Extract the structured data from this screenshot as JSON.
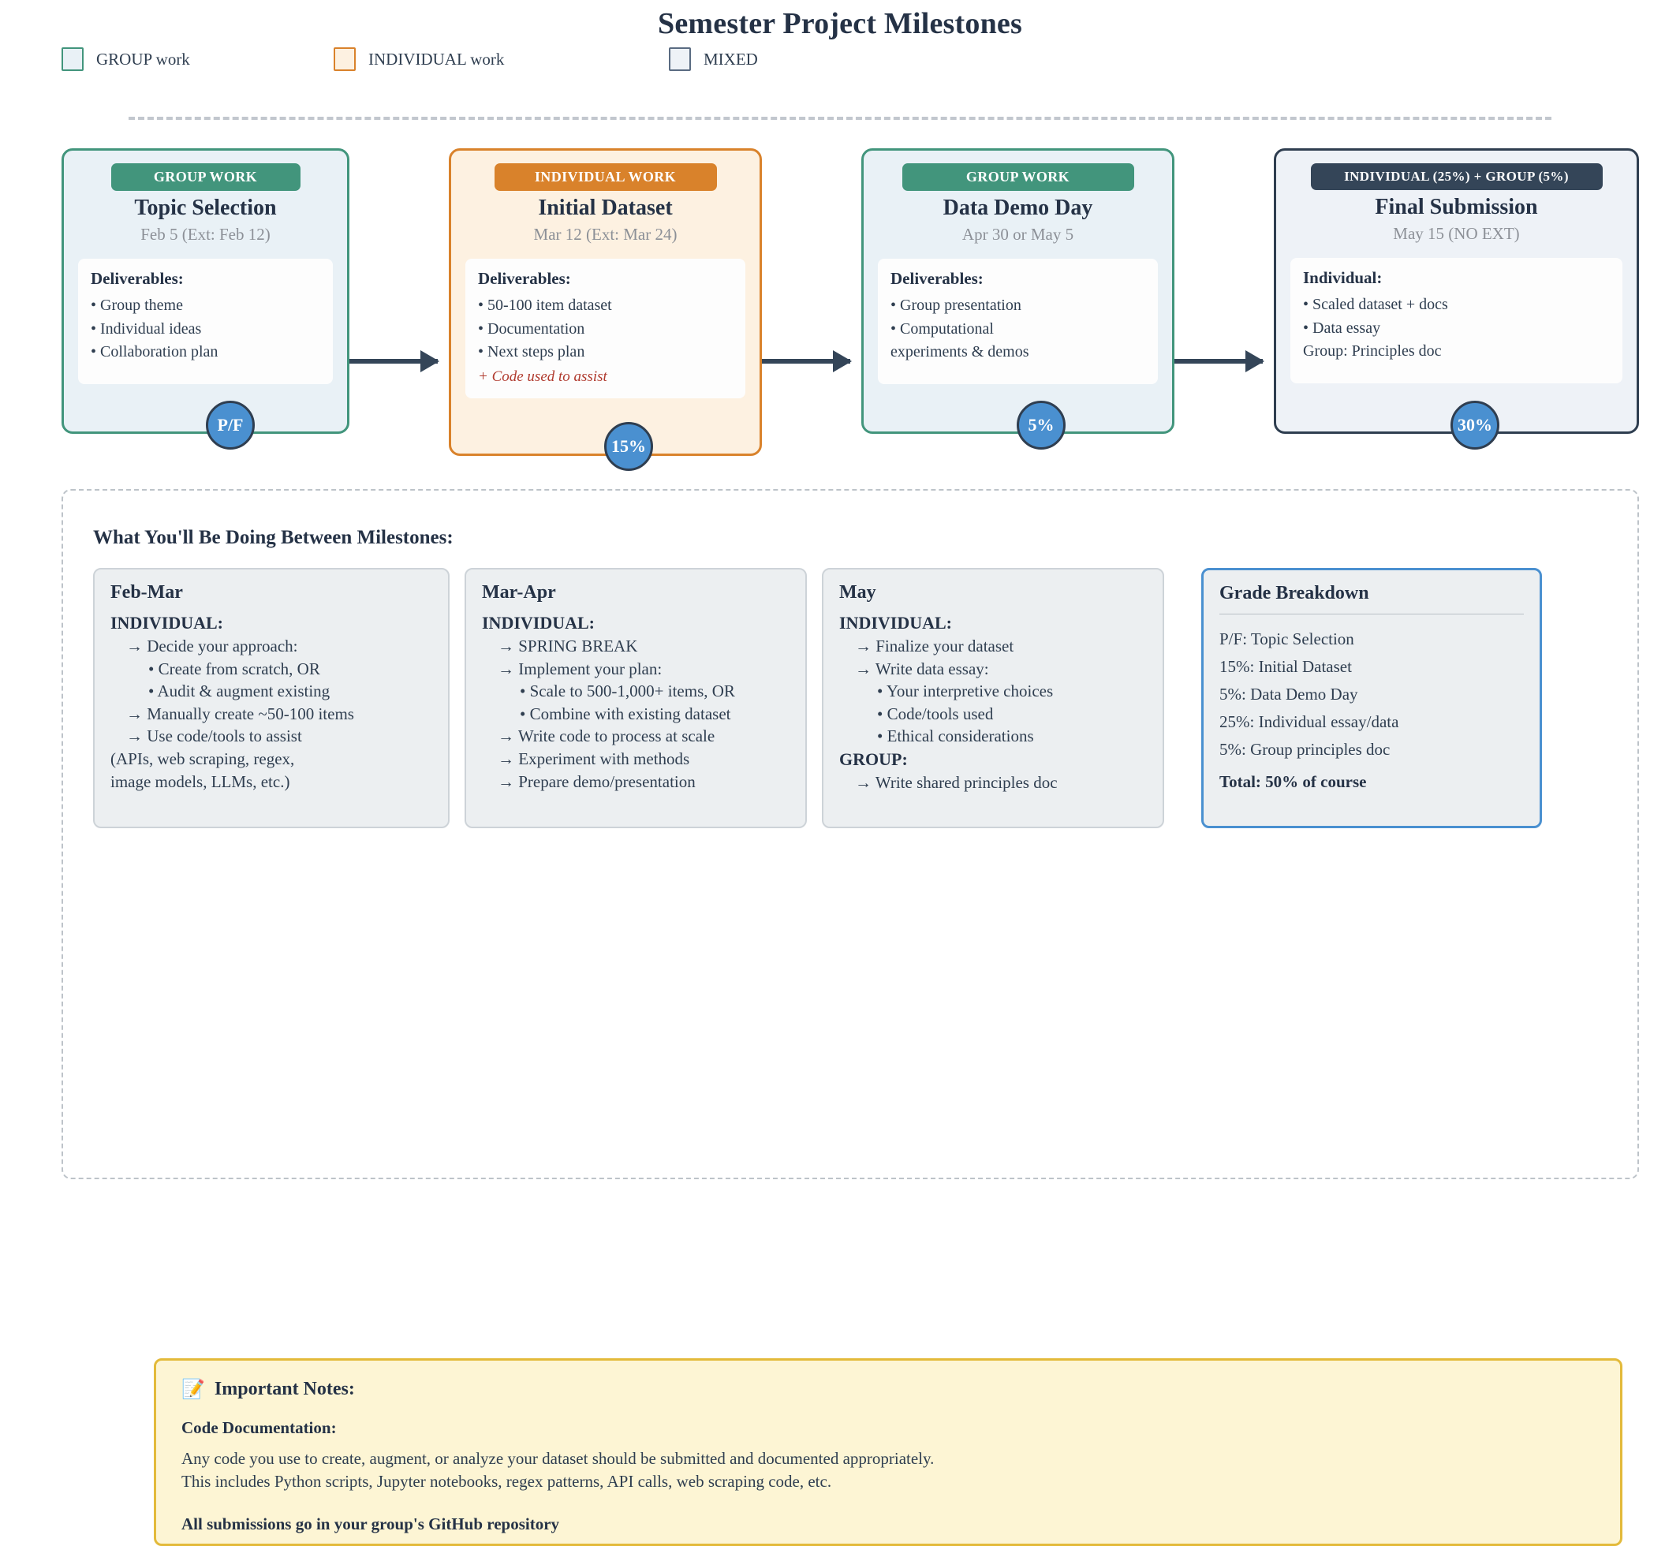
{
  "title": "Semester Project Milestones",
  "legend": {
    "items": [
      {
        "label": "GROUP work",
        "fill": "#e9f1f6",
        "border": "#42957c"
      },
      {
        "label": "INDIVIDUAL work",
        "fill": "#fdf1e1",
        "border": "#d9822b"
      },
      {
        "label": "MIXED",
        "fill": "#eef2f7",
        "border": "#5a6b82"
      }
    ]
  },
  "milestones": [
    {
      "tag": "GROUP WORK",
      "title": "Topic Selection",
      "date": "Feb 5 (Ext: Feb 12)",
      "deliverables_head": "Deliverables:",
      "deliverables": [
        "• Group theme",
        "• Individual ideas",
        "• Collaboration plan"
      ],
      "note": "",
      "weight": "P/F"
    },
    {
      "tag": "INDIVIDUAL WORK",
      "title": "Initial Dataset",
      "date": "Mar 12 (Ext: Mar 24)",
      "deliverables_head": "Deliverables:",
      "deliverables": [
        "• 50-100 item dataset",
        "• Documentation",
        "• Next steps plan"
      ],
      "note": "+ Code used to assist",
      "weight": "15%"
    },
    {
      "tag": "GROUP WORK",
      "title": "Data Demo Day",
      "date": "Apr 30 or May 5",
      "deliverables_head": "Deliverables:",
      "deliverables": [
        "• Group presentation",
        "• Computational",
        "experiments & demos"
      ],
      "note": "",
      "weight": "5%"
    },
    {
      "tag": "INDIVIDUAL (25%) + GROUP (5%)",
      "title": "Final Submission",
      "date": "May 15 (NO EXT)",
      "deliverables_head": "Individual:",
      "deliverables": [
        "• Scaled dataset + docs",
        "• Data essay",
        "Group: Principles doc"
      ],
      "note": "",
      "weight": "30%"
    }
  ],
  "bottom": {
    "title": "What You'll Be Doing Between Milestones:",
    "phases": [
      {
        "title": "Feb-Mar",
        "sub": "INDIVIDUAL:",
        "lines": [
          {
            "text": "→ Decide your approach:",
            "level": 1
          },
          {
            "text": "• Create from scratch, OR",
            "level": 2
          },
          {
            "text": "• Audit & augment existing",
            "level": 2
          },
          {
            "text": "→ Manually create ~50-100 items",
            "level": 1
          },
          {
            "text": "→ Use code/tools to assist",
            "level": 1
          },
          {
            "text": "(APIs, web scraping, regex,",
            "level": 0
          },
          {
            "text": "image models, LLMs, etc.)",
            "level": 0
          }
        ]
      },
      {
        "title": "Mar-Apr",
        "sub": "INDIVIDUAL:",
        "lines": [
          {
            "text": "→ SPRING BREAK",
            "level": 1
          },
          {
            "text": "→ Implement your plan:",
            "level": 1
          },
          {
            "text": "• Scale to 500-1,000+ items, OR",
            "level": 2
          },
          {
            "text": "• Combine with existing dataset",
            "level": 2
          },
          {
            "text": "→ Write code to process at scale",
            "level": 1
          },
          {
            "text": "→ Experiment with methods",
            "level": 1
          },
          {
            "text": "→ Prepare demo/presentation",
            "level": 1
          }
        ]
      },
      {
        "title": "May",
        "sub": "INDIVIDUAL:",
        "lines": [
          {
            "text": "→ Finalize your dataset",
            "level": 1
          },
          {
            "text": "→ Write data essay:",
            "level": 1
          },
          {
            "text": "• Your interpretive choices",
            "level": 2
          },
          {
            "text": "• Code/tools used",
            "level": 2
          },
          {
            "text": "• Ethical considerations",
            "level": 2
          },
          {
            "text": "GROUP:",
            "level": 0,
            "bold": true
          },
          {
            "text": "→ Write shared principles doc",
            "level": 1
          }
        ]
      }
    ],
    "grade": {
      "title": "Grade Breakdown",
      "lines": [
        "P/F: Topic Selection",
        "15%: Initial Dataset",
        "5%: Data Demo Day",
        "25%: Individual essay/data",
        "5%: Group principles doc"
      ],
      "total": "Total: 50% of course"
    },
    "notes": {
      "icon": "📝",
      "head": "Important Notes:",
      "sub": "Code Documentation:",
      "line1": "Any code you use to create, augment, or analyze your dataset should be submitted and documented appropriately.",
      "line2": "This includes Python scripts, Jupyter notebooks, regex patterns, API calls, web scraping code, etc.",
      "foot": "All submissions go in your group's GitHub repository"
    }
  }
}
